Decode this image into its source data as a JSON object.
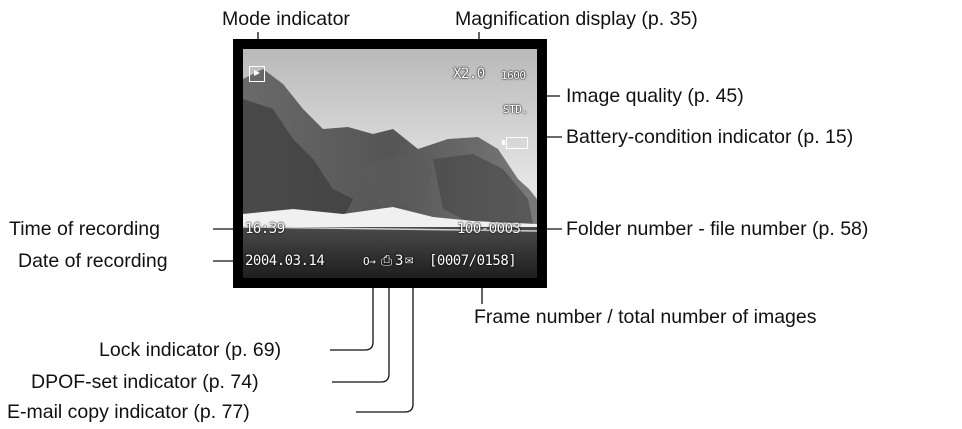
{
  "labels": {
    "mode": "Mode indicator",
    "magnification": "Magnification display (p. 35)",
    "quality": "Image quality (p. 45)",
    "battery": "Battery-condition indicator (p. 15)",
    "time": "Time of recording",
    "date": "Date of recording",
    "folder": "Folder number - file number (p. 58)",
    "frame": "Frame number / total number of images",
    "lock": "Lock indicator (p. 69)",
    "dpof": "DPOF-set indicator (p. 74)",
    "email": "E-mail copy indicator (p. 77)"
  },
  "screen": {
    "zoom": "X2.0",
    "resolution": "1600",
    "quality": "STD.",
    "time": "16:39",
    "file_number": "100-0003",
    "date": "2004.03.14",
    "lock_icon": "O→",
    "dpof_icon": "⎙",
    "dpof_count": "3",
    "email_icon": "✉",
    "frame": "[0007/0158]"
  }
}
